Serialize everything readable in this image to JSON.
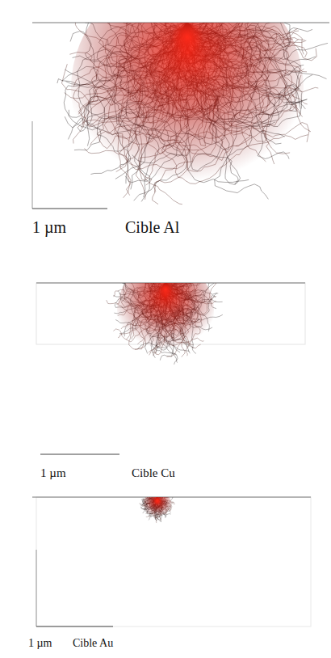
{
  "diagram": {
    "labels": [
      "1 µm",
      "Cible Al",
      "1 µm",
      "Cible Cu",
      "1 µm",
      "Cible Au"
    ]
  }
}
